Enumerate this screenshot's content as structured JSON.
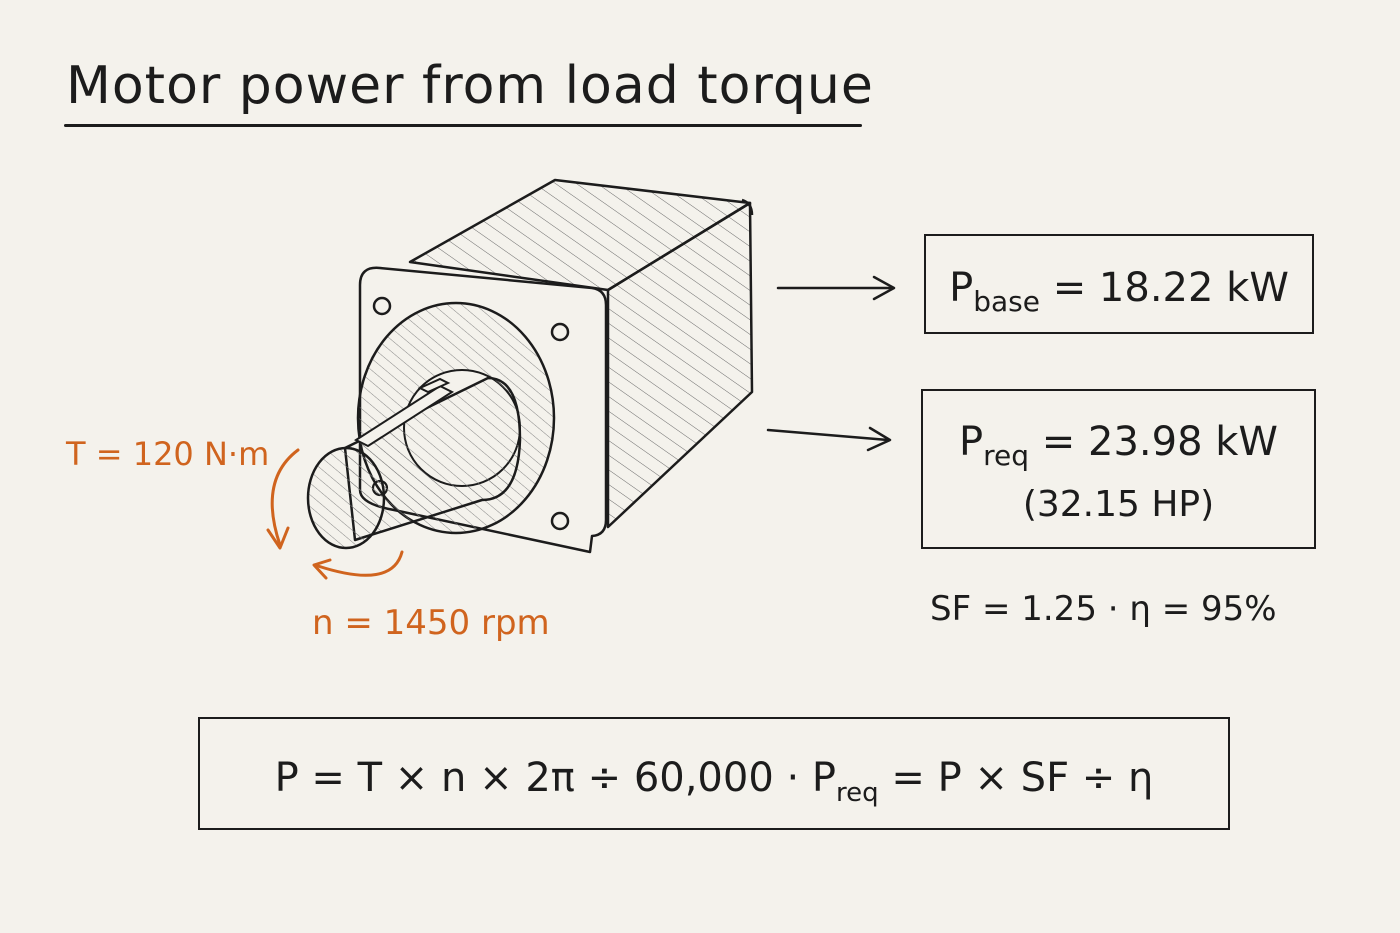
{
  "title": "Motor power from load torque",
  "labels": {
    "torque": "T = 120 N·m",
    "speed": "n = 1450 rpm"
  },
  "results": {
    "base_symbol": "P",
    "base_subscript": "base",
    "base_value": "= 18.22 kW",
    "req_symbol": "P",
    "req_subscript": "req",
    "req_value": "= 23.98 kW",
    "req_hp": "(32.15 HP)",
    "factors": "SF = 1.25 · η = 95%"
  },
  "formula": {
    "part1": "P = T × n × 2π ÷ 60,000 · ",
    "symbol": "P",
    "subscript": "req",
    "part2": " = P × SF ÷ η"
  },
  "colors": {
    "ink": "#1c1c1c",
    "accent": "#d0641e",
    "paper": "#f4f2ec"
  }
}
